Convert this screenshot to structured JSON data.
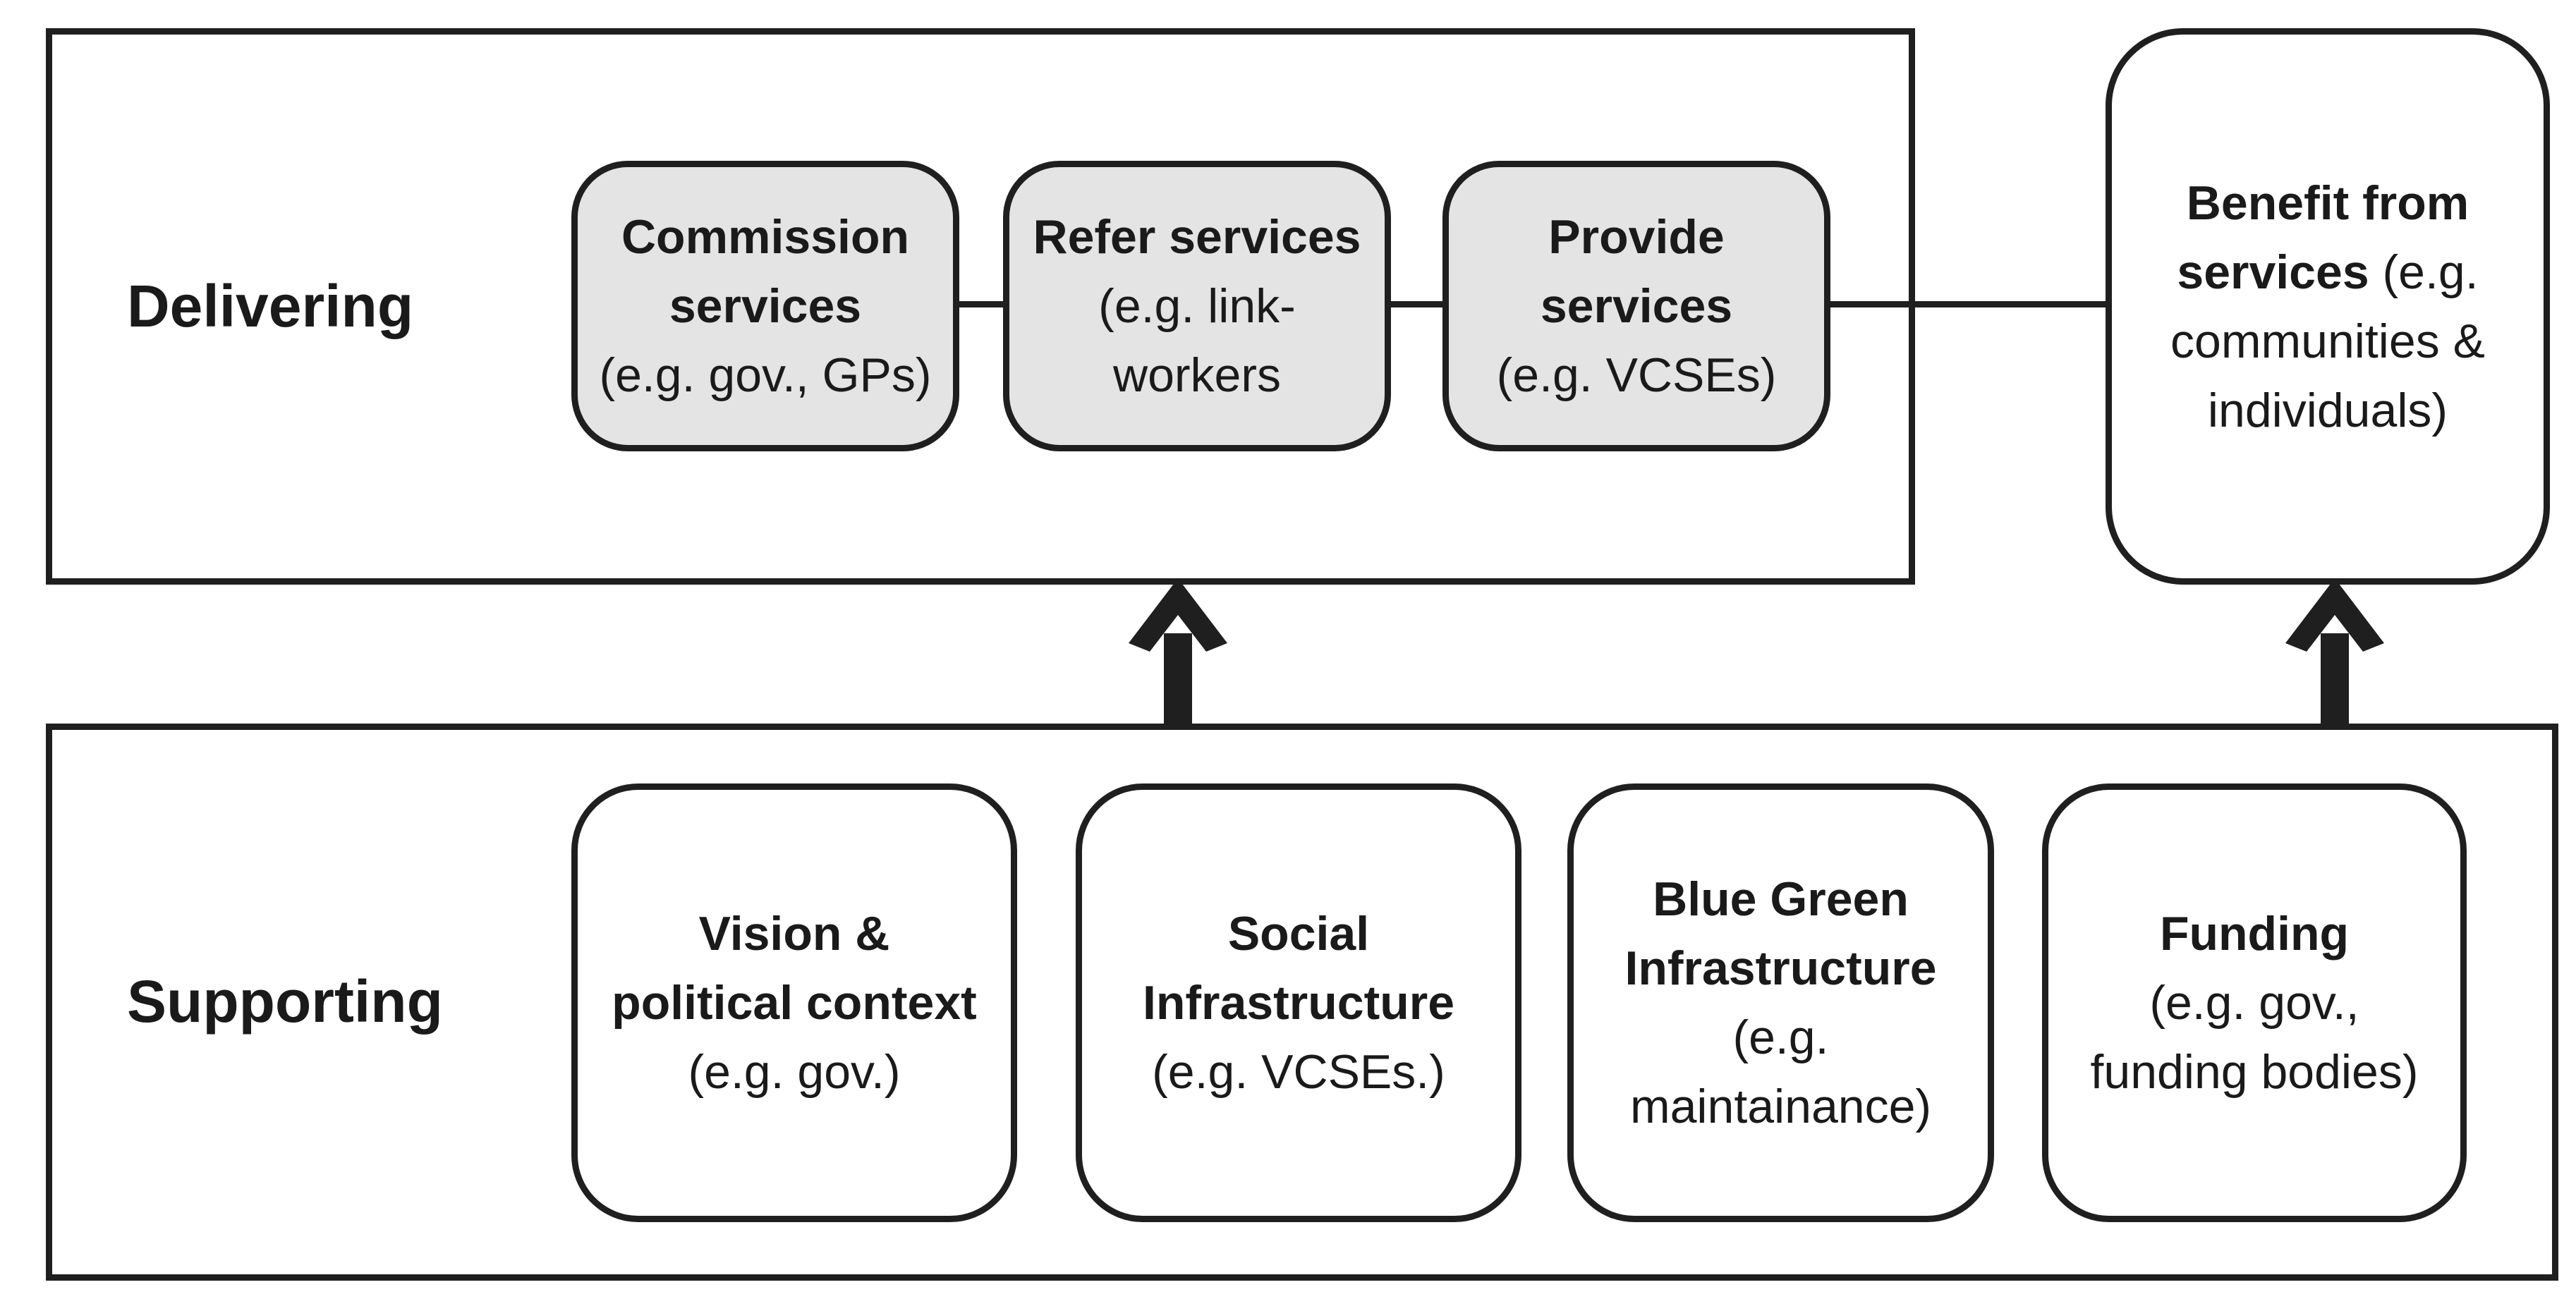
{
  "delivering": {
    "label": "Delivering",
    "boxes": [
      {
        "title_lines": [
          "Commission",
          "services"
        ],
        "detail_lines": [
          "(e.g. gov., GPs)"
        ]
      },
      {
        "title_lines": [
          "Refer services"
        ],
        "detail_lines": [
          "(e.g. link-",
          "workers"
        ]
      },
      {
        "title_lines": [
          "Provide",
          "services"
        ],
        "detail_lines": [
          "(e.g. VCSEs)"
        ]
      }
    ]
  },
  "benefit": {
    "title_line1": "Benefit from",
    "title_line2": "services",
    "detail_inline": " (e.g.",
    "detail_lines": [
      "communities &",
      "individuals)"
    ]
  },
  "supporting": {
    "label": "Supporting",
    "boxes": [
      {
        "title_lines": [
          "Vision &",
          "political context"
        ],
        "detail_lines": [
          "(e.g. gov.)"
        ]
      },
      {
        "title_lines": [
          "Social",
          "Infrastructure"
        ],
        "detail_lines": [
          "(e.g. VCSEs.)"
        ]
      },
      {
        "title_lines": [
          "Blue Green",
          "Infrastructure"
        ],
        "detail_lines": [
          "(e.g.",
          "maintainance)"
        ]
      },
      {
        "title_lines": [
          "Funding"
        ],
        "detail_lines": [
          "(e.g. gov.,",
          "funding bodies)"
        ]
      }
    ]
  },
  "colors": {
    "stroke": "#1f1f1f",
    "shaded_box_fill": "#e4e4e4",
    "plain_box_fill": "#ffffff"
  }
}
